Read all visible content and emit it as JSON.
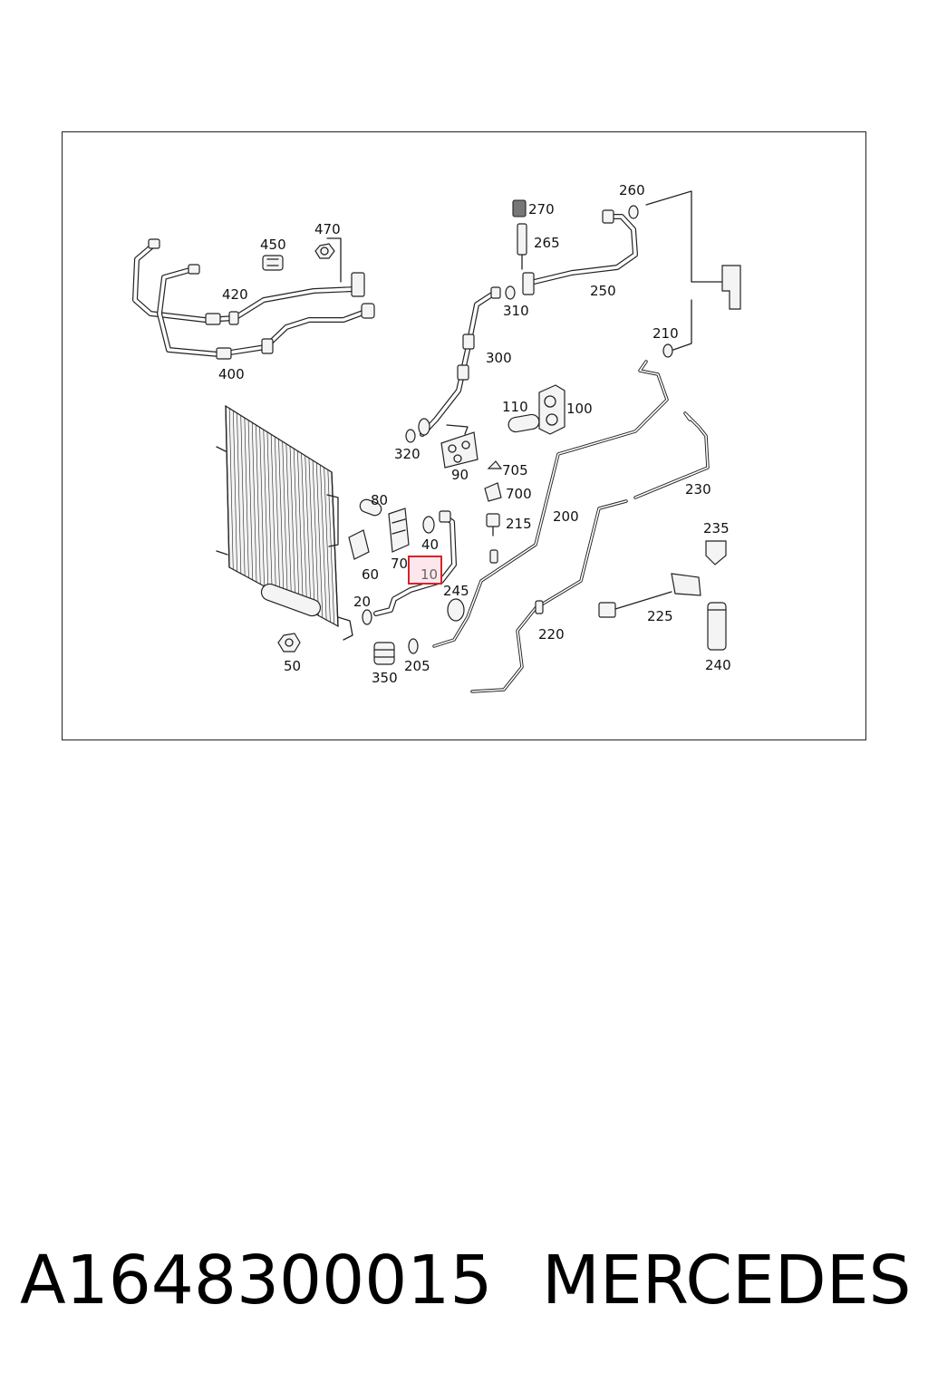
{
  "diagram": {
    "labels": {
      "l10": "10",
      "l20": "20",
      "l40": "40",
      "l50": "50",
      "l60": "60",
      "l70": "70",
      "l80": "80",
      "l90": "90",
      "l100": "100",
      "l110": "110",
      "l200": "200",
      "l205": "205",
      "l210": "210",
      "l215": "215",
      "l220": "220",
      "l225": "225",
      "l230": "230",
      "l235": "235",
      "l240": "240",
      "l245": "245",
      "l250": "250",
      "l260": "260",
      "l265": "265",
      "l270": "270",
      "l300": "300",
      "l310": "310",
      "l320": "320",
      "l350": "350",
      "l400": "400",
      "l420": "420",
      "l450": "450",
      "l470": "470",
      "l700": "700",
      "l705": "705"
    },
    "highlight": {
      "label": "10",
      "color": "#d8232a"
    }
  },
  "footer": {
    "part_number": "A1648300015",
    "brand": "MERCEDES"
  }
}
